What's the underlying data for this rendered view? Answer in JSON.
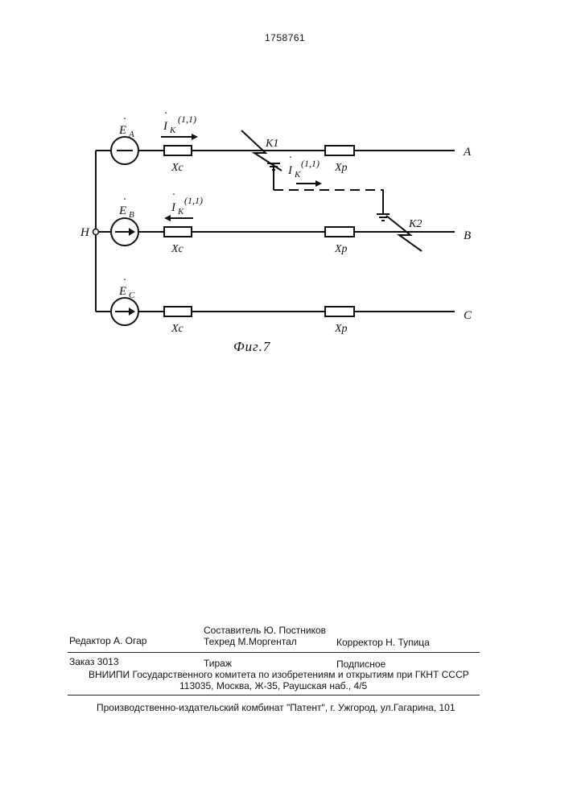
{
  "header": {
    "page_number": "1758761"
  },
  "figure": {
    "caption": "Фиг.7",
    "node_label": "Н",
    "sources": [
      {
        "emf": "E",
        "sub": "A"
      },
      {
        "emf": "E",
        "sub": "B"
      },
      {
        "emf": "E",
        "sub": "C"
      }
    ],
    "source_reactance": "Xc",
    "reactor_reactance": "Xp",
    "phase_labels": [
      "A",
      "B",
      "C"
    ],
    "faults": [
      "K1",
      "K2"
    ],
    "current": {
      "symbol": "I",
      "sub": "K",
      "sup": "(1,1)"
    }
  },
  "footer": {
    "editor": "Редактор  А. Огар",
    "compiler": "Составитель  Ю. Постников",
    "techred": "Техред М.Моргентал",
    "corrector": "Корректор  Н. Тупица",
    "order": "Заказ  3013",
    "circulation": "Тираж",
    "subscription": "Подписное",
    "institute": "ВНИИПИ Государственного комитета по изобретениям и открытиям при ГКНТ СССР",
    "address": "113035, Москва, Ж-35, Раушская наб., 4/5",
    "publisher": "Производственно-издательский комбинат \"Патент\", г. Ужгород, ул.Гагарина, 101"
  }
}
